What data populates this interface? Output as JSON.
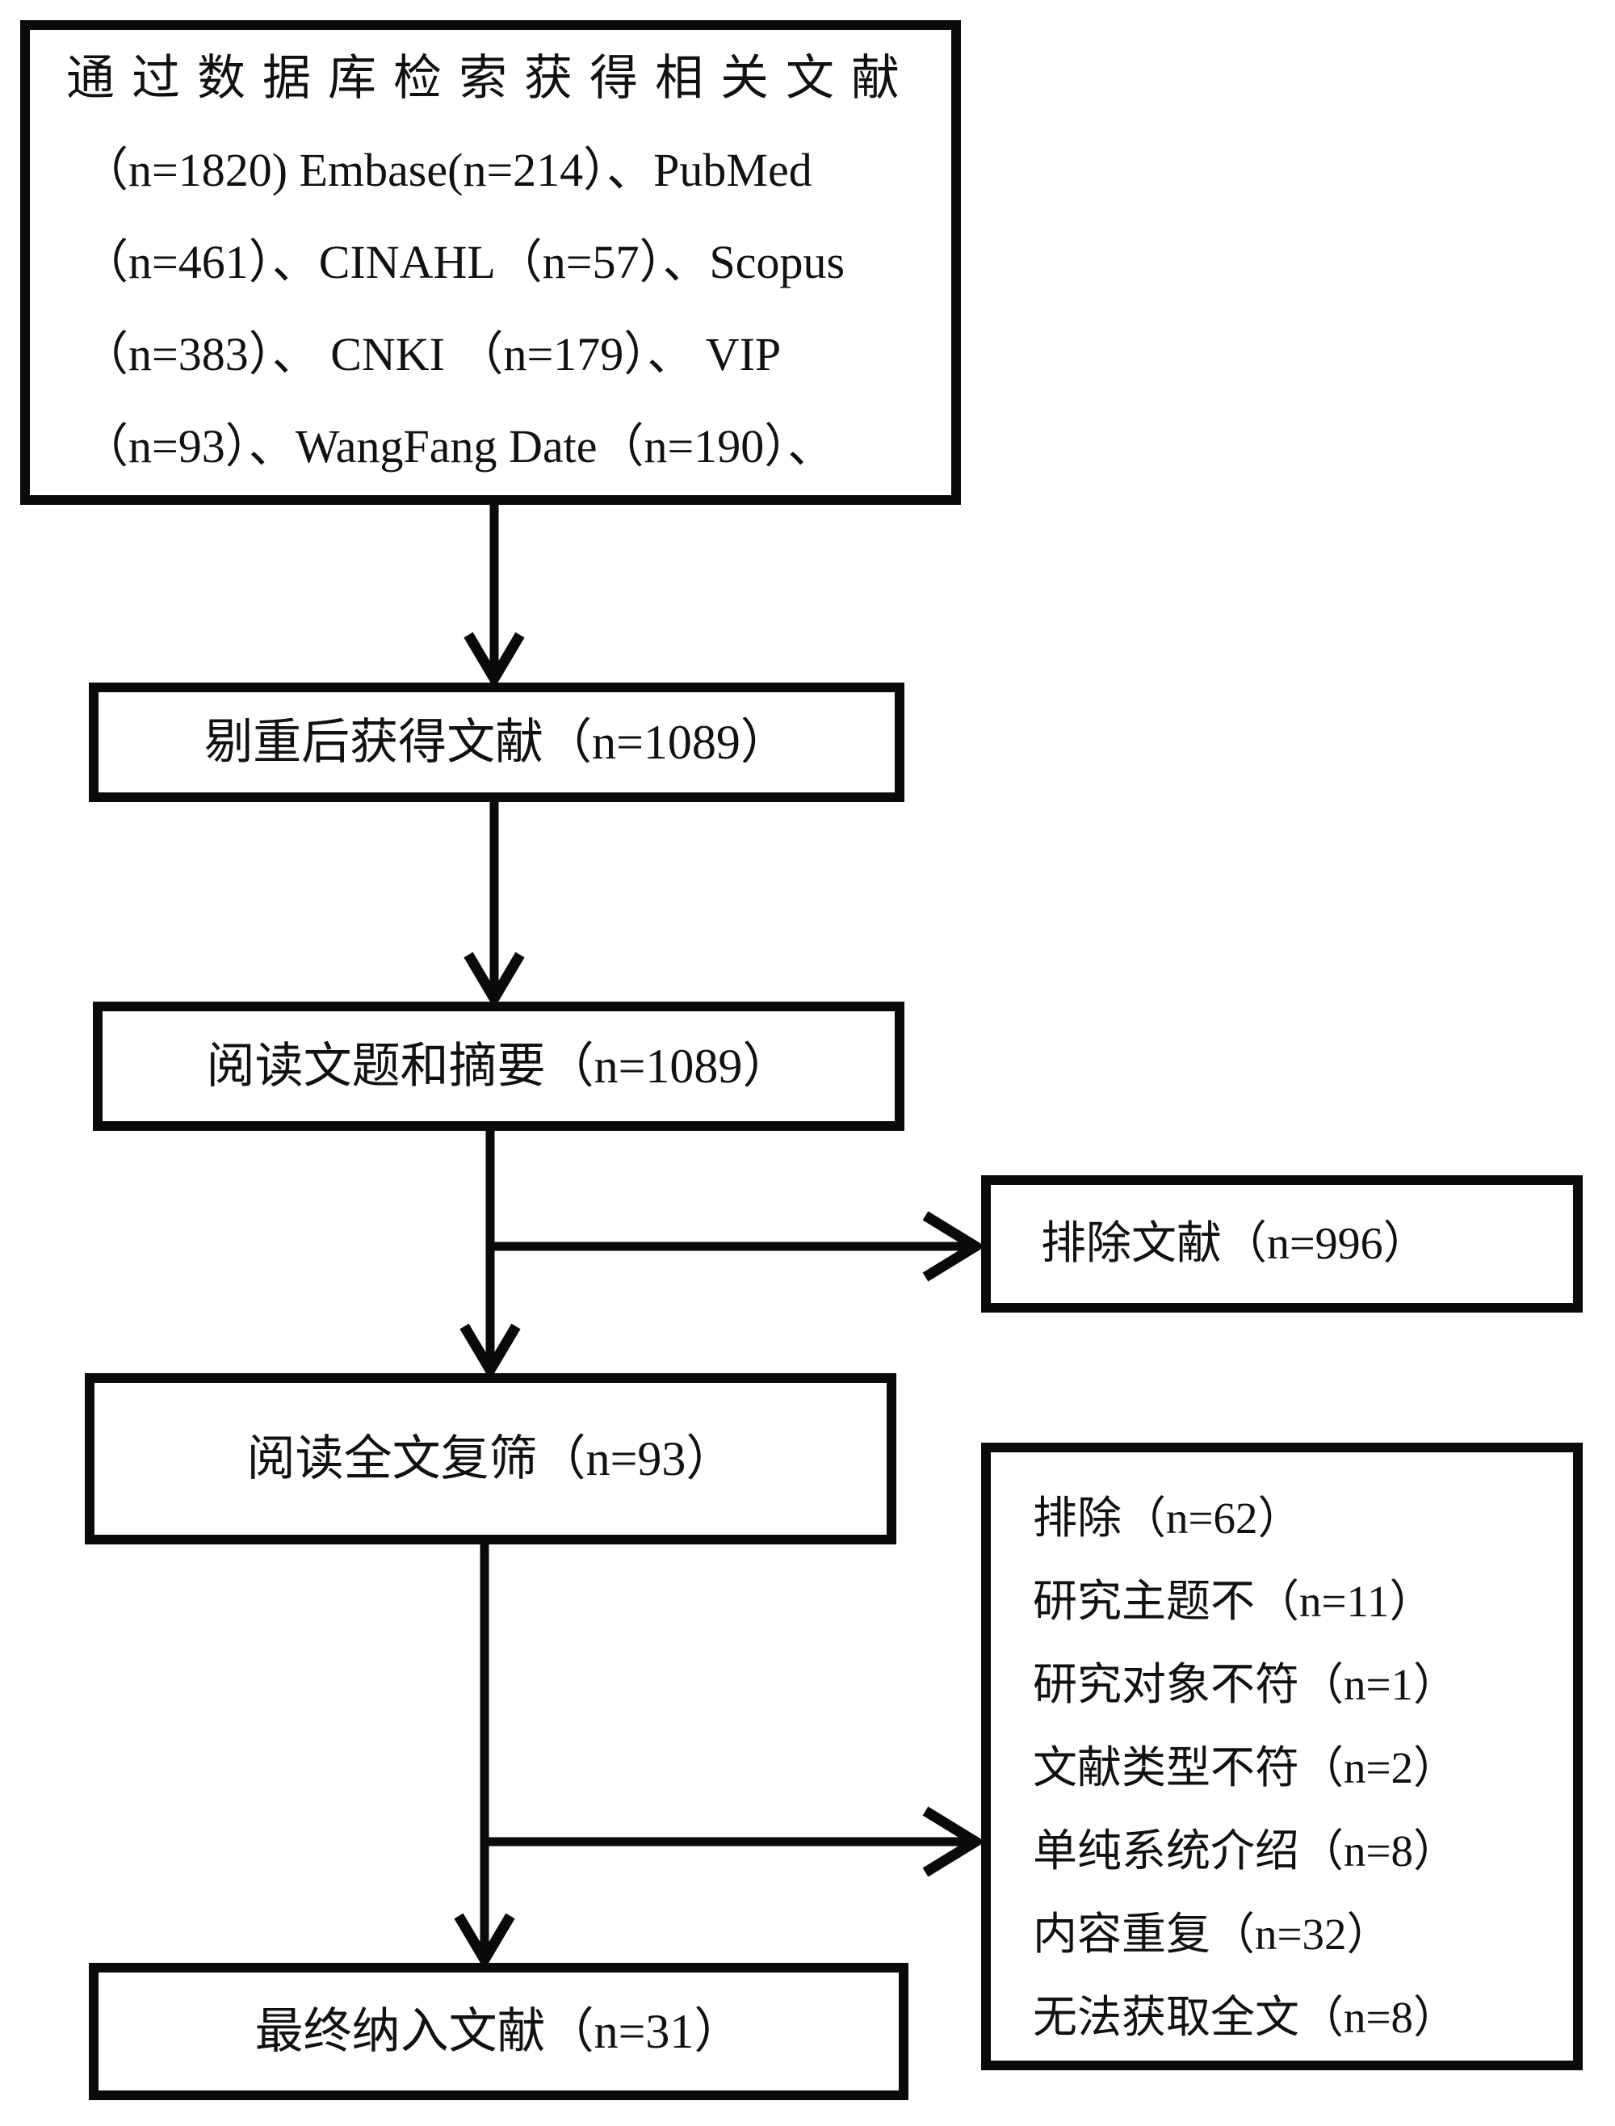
{
  "flow": {
    "search": {
      "lines": [
        "通过数据库检索获得相关文献",
        "（n=1820) Embase(n=214）、PubMed",
        "（n=461）、CINAHL（n=57）、Scopus",
        "（n=383）、 CNKI （n=179）、 VIP",
        "（n=93）、WangFang Date（n=190）、"
      ]
    },
    "dedup": {
      "label": "剔重后获得文献（n=1089）"
    },
    "title_abstract": {
      "label": "阅读文题和摘要（n=1089）"
    },
    "excluded_records": {
      "label": "排除文献（n=996）"
    },
    "fulltext": {
      "label": "阅读全文复筛（n=93）"
    },
    "exclusion_reasons": {
      "lines": [
        "排除（n=62）",
        "研究主题不（n=11）",
        "研究对象不符（n=1）",
        "文献类型不符（n=2）",
        "单纯系统介绍（n=8）",
        "内容重复（n=32）",
        "无法获取全文（n=8）"
      ]
    },
    "included": {
      "label": "最终纳入文献（n=31）"
    },
    "colors": {
      "line": "#0a0a0a",
      "background": "#ffffff"
    }
  }
}
